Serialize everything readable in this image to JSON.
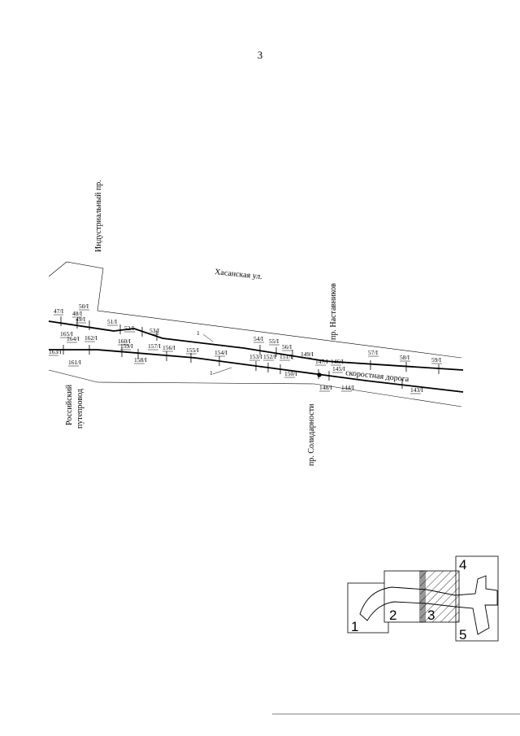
{
  "page_number": "3",
  "streets": {
    "khasanskaya": "Хасанская ул.",
    "industrialny": "Индустриальный пр.",
    "nastavnikov": "пр. Наставников",
    "solidarnosti": "пр. Солидарности",
    "rossiysky": "Российский",
    "puteprovod": "путепровод",
    "skorostnaya": "скоростная дорога"
  },
  "line_marker": "1",
  "upper_labels": [
    "47/I",
    "48/I",
    "49/I",
    "50/I",
    "51/I",
    "52/I",
    "53/I",
    "54/I",
    "55/I",
    "56/I",
    "57/I",
    "58/I",
    "59/I"
  ],
  "lower_labels": [
    "165/I",
    "164/I",
    "163/I",
    "162/I",
    "161/I",
    "160/I",
    "159/I",
    "158/I",
    "157/I",
    "156/I",
    "155/I",
    "154/I",
    "153/I",
    "152/I",
    "151/I",
    "150/I",
    "149/I",
    "148/I",
    "147/I",
    "146/I",
    "145/I",
    "144/I",
    "143/I"
  ],
  "key_map": {
    "cells": [
      "1",
      "2",
      "3",
      "4",
      "5"
    ]
  }
}
